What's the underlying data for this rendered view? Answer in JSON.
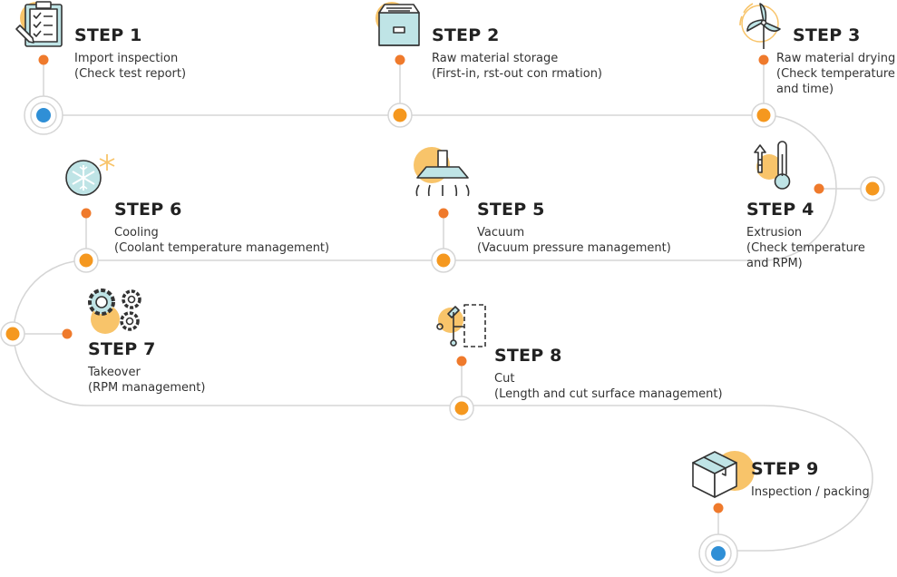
{
  "colors": {
    "path": "#d5d5d5",
    "orange_dot": "#f5981f",
    "small_dot": "#ef7a2c",
    "blue_dot": "#2f8fd6",
    "icon_accent": "#f8c46a",
    "icon_teal": "#bfe4e6",
    "icon_stroke": "#333333"
  },
  "steps": [
    {
      "title": "STEP 1",
      "desc1": "Import inspection",
      "desc2": "(Check test report)",
      "icon": "clipboard-checklist-icon"
    },
    {
      "title": "STEP 2",
      "desc1": "Raw material storage",
      "desc2": "(First-in,  rst-out con rmation)",
      "icon": "storage-drawer-icon"
    },
    {
      "title": "STEP 3",
      "desc1": "Raw material drying",
      "desc2": "(Check temperature",
      "desc3": "and time)",
      "icon": "drying-fan-icon"
    },
    {
      "title": "STEP 4",
      "desc1": "Extrusion",
      "desc2": "(Check temperature",
      "desc3": "and RPM)",
      "icon": "thermometer-icon"
    },
    {
      "title": "STEP 5",
      "desc1": "Vacuum",
      "desc2": "(Vacuum pressure management)",
      "icon": "vacuum-hood-icon"
    },
    {
      "title": "STEP 6",
      "desc1": "Cooling",
      "desc2": "(Coolant temperature management)",
      "icon": "snowflake-icon"
    },
    {
      "title": "STEP 7",
      "desc1": "Takeover",
      "desc2": "(RPM management)",
      "icon": "gears-icon"
    },
    {
      "title": "STEP 8",
      "desc1": "Cut",
      "desc2": "(Length and cut surface management)",
      "icon": "cutter-icon"
    },
    {
      "title": "STEP 9",
      "desc1": "Inspection / packing",
      "icon": "package-box-icon"
    }
  ]
}
